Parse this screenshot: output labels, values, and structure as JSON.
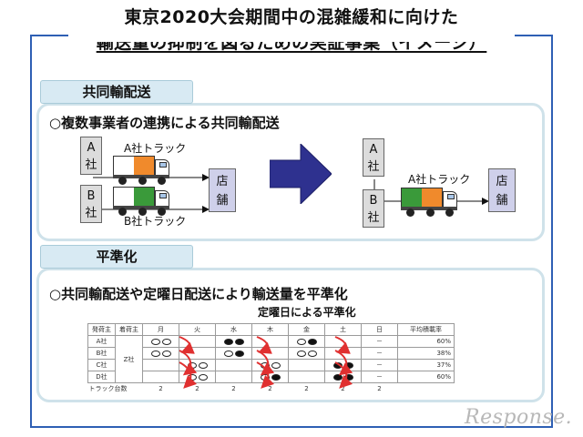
{
  "title": {
    "line1": "東京2020大会期間中の混雑緩和に向けた",
    "line2": "輸送量の抑制を図るための実証事業（イメージ）"
  },
  "section1": {
    "tab": "共同輸配送",
    "heading": "○複数事業者の連携による共同輸配送",
    "before": {
      "company_a": [
        "A",
        "社"
      ],
      "company_b": [
        "B",
        "社"
      ],
      "truck_a_label": "A社トラック",
      "truck_b_label": "B社トラック",
      "store": [
        "店",
        "舗"
      ]
    },
    "after": {
      "company_a": [
        "A",
        "社"
      ],
      "company_b": [
        "B",
        "社"
      ],
      "truck_label": "A社トラック",
      "store": [
        "店",
        "舗"
      ]
    }
  },
  "section2": {
    "tab": "平準化",
    "heading": "○共同輸配送や定曜日配送により輸送量を平準化",
    "subcaption": "定曜日による平準化",
    "table": {
      "headers": [
        "発荷主",
        "着荷主",
        "月",
        "火",
        "水",
        "木",
        "金",
        "土",
        "日",
        "平均積載率"
      ],
      "consignee": "Z社",
      "rows": [
        {
          "shipper": "A社",
          "cells": [
            "○○",
            "",
            "●●",
            "",
            "○●",
            "",
            "－"
          ],
          "rate": "60%"
        },
        {
          "shipper": "B社",
          "cells": [
            "○○",
            "",
            "○●",
            "",
            "○○",
            "",
            "－"
          ],
          "rate": "38%"
        },
        {
          "shipper": "C社",
          "cells": [
            "",
            "○○",
            "",
            "○○",
            "",
            "●●",
            "－"
          ],
          "rate": "37%"
        },
        {
          "shipper": "D社",
          "cells": [
            "",
            "○○",
            "",
            "○●",
            "",
            "●●",
            "－"
          ],
          "rate": "60%"
        }
      ],
      "truck_count_label": "トラック台数",
      "truck_counts": [
        "2",
        "2",
        "2",
        "2",
        "2",
        "2",
        "2"
      ]
    }
  },
  "colors": {
    "frame": "#2e5fb4",
    "arrow": "#2e318f",
    "curve": "#e03030",
    "cargo_orange": "#f08a2c",
    "cargo_green": "#3a9a3a",
    "store_fill": "#cfd0ea",
    "company_fill": "#dcdcdc"
  },
  "watermark": "Response."
}
